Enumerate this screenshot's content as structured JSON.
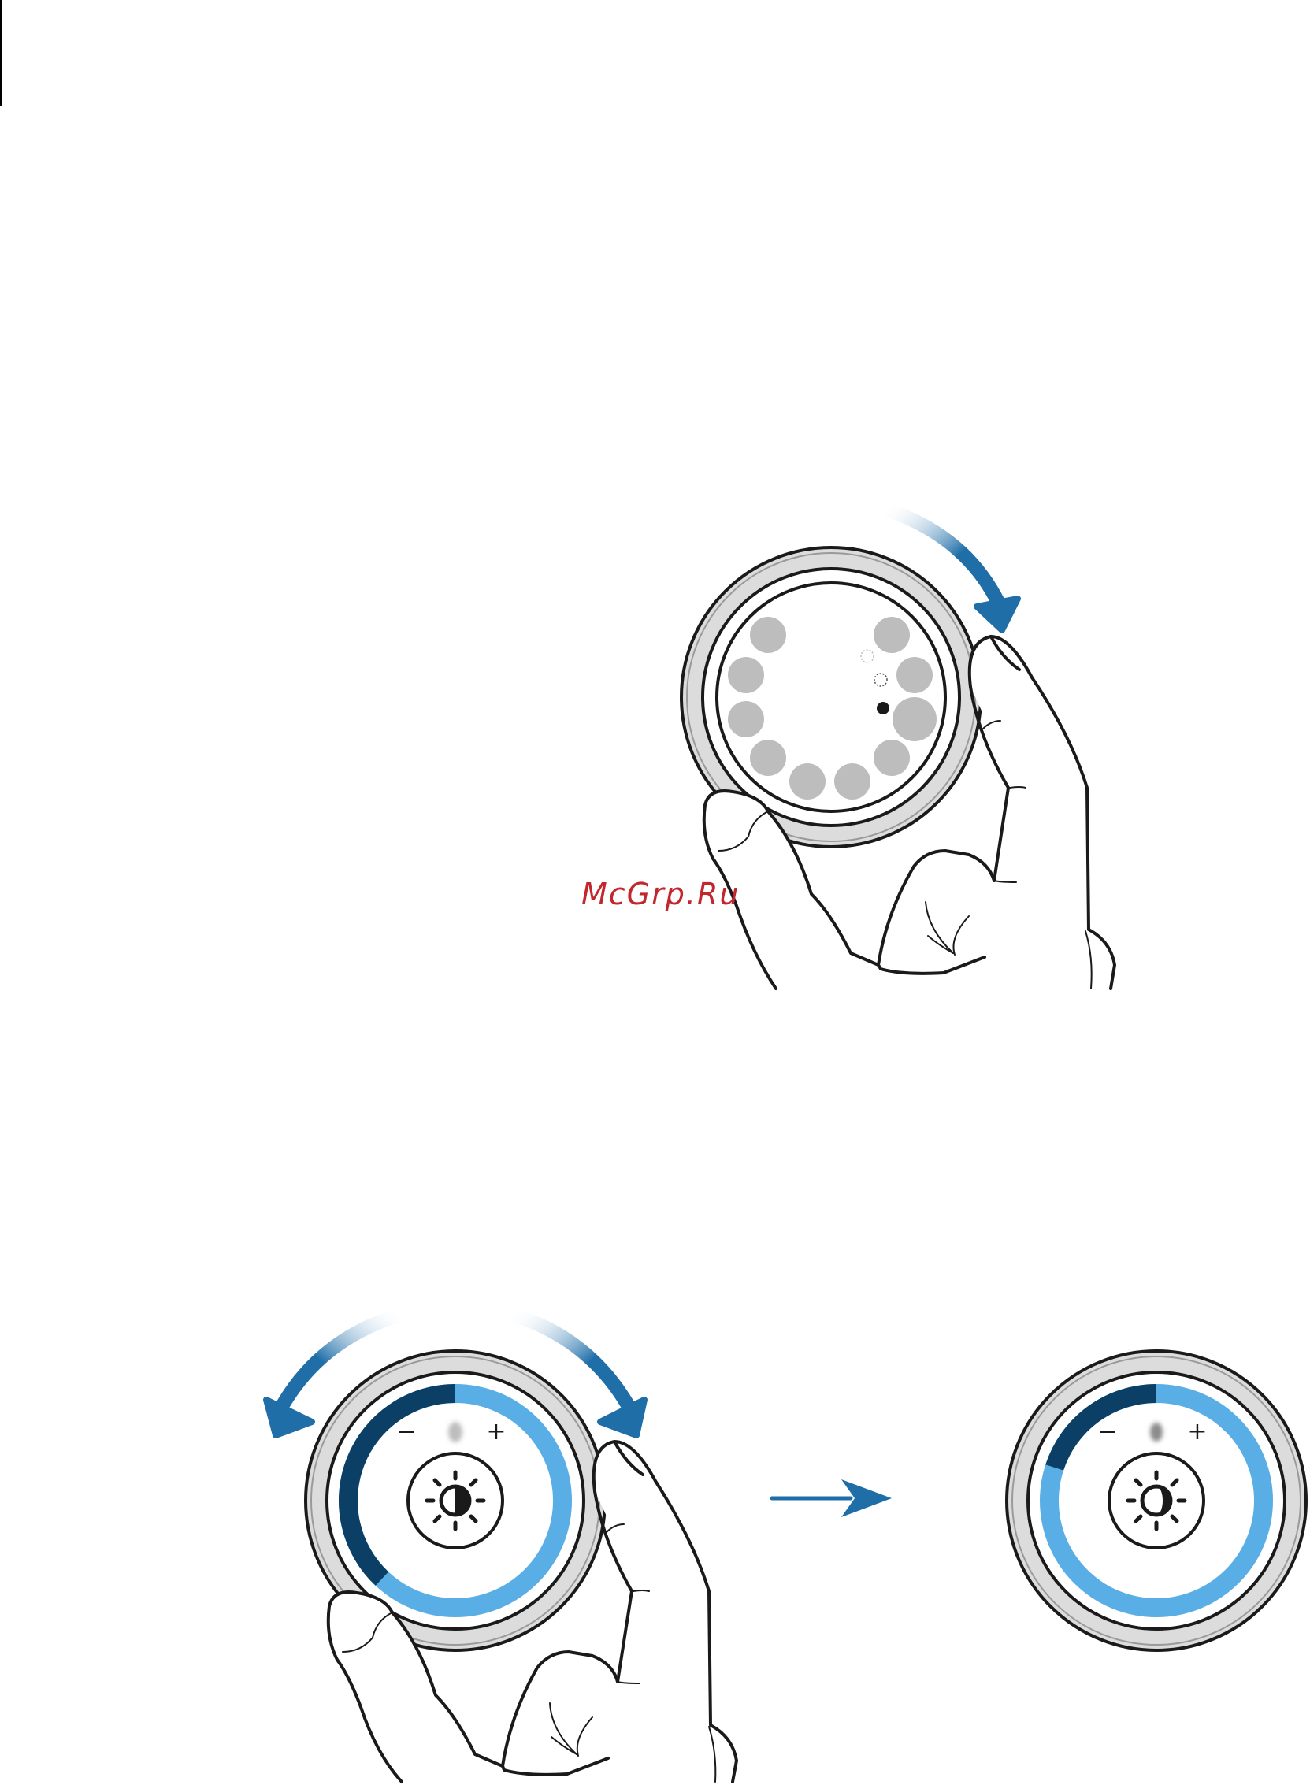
{
  "watermark": {
    "text": "McGrp.Ru",
    "color": "#c1272d"
  },
  "colors": {
    "arrow_blue": "#1f6ea8",
    "arrow_blue_light": "#2d7fc0",
    "arc_dark_blue": "#0b3f66",
    "arc_light_blue": "#5aaee6",
    "bezel_fill": "#dcdcdc",
    "outline": "#1a1a1a",
    "app_dot_gray": "#bdbdbd"
  },
  "scene1": {
    "description_icons": [
      "rotate-clockwise-arrow-icon",
      "app-dot-icon",
      "hand-icon"
    ],
    "visible_dot_count": 11
  },
  "scene2": {
    "before": {
      "minus_label": "−",
      "plus_label": "+",
      "level_fraction": 0.62,
      "icon": "brightness-icon"
    },
    "after": {
      "minus_label": "−",
      "plus_label": "+",
      "level_fraction": 0.8,
      "icon": "brightness-icon"
    },
    "transition_icon": "right-arrow-icon"
  }
}
